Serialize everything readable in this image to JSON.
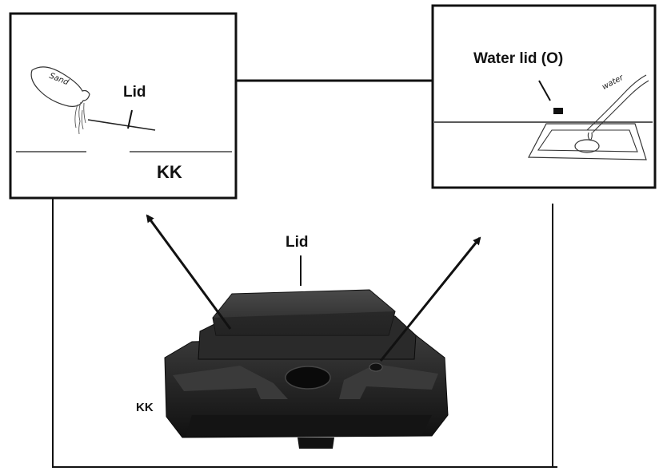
{
  "left_inset": {
    "bag_label": "Sand",
    "lid_label": "Lid",
    "base_label": "KK"
  },
  "right_inset": {
    "lid_label": "Water lid (O)",
    "hose_label": "water"
  },
  "photo": {
    "lid_label": "Lid",
    "base_label": "KK"
  },
  "colors": {
    "line": "#111111",
    "product_dark": "#1a1a1a",
    "product_mid": "#2d2d2d",
    "product_light": "#454545"
  }
}
